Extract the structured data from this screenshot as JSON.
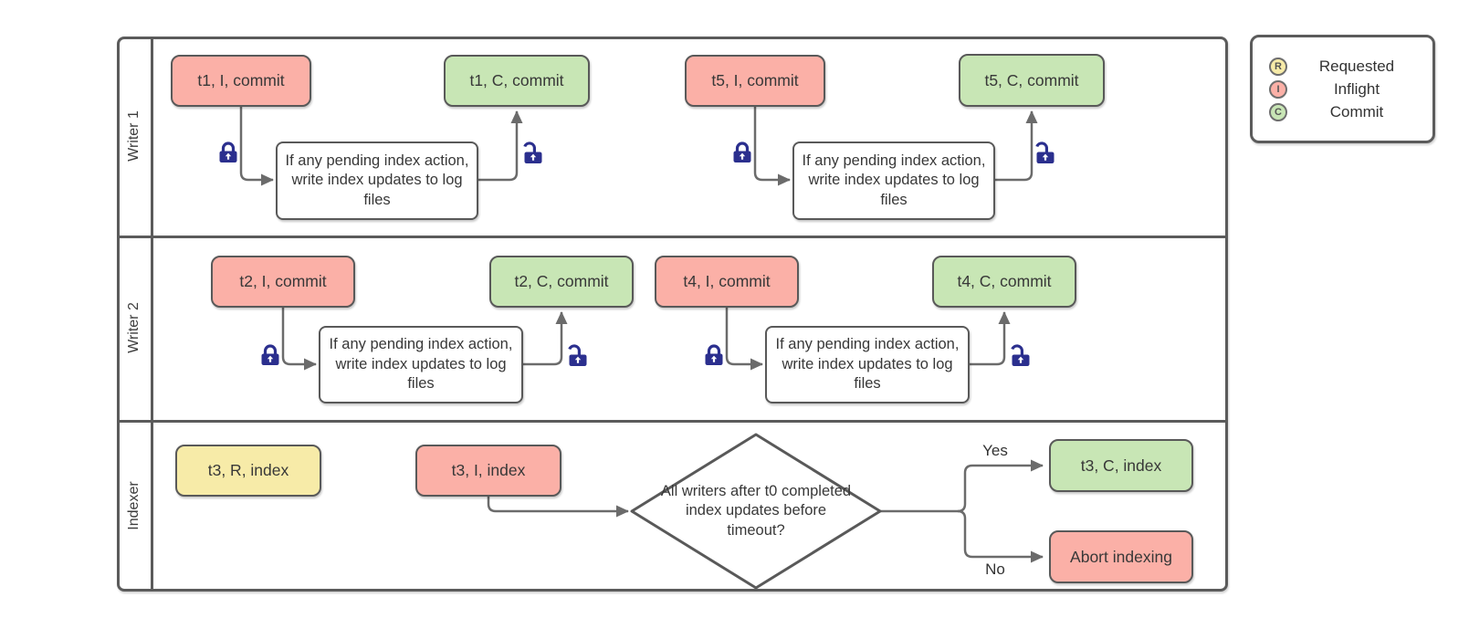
{
  "diagram": {
    "lanes": [
      {
        "label": "Writer 1"
      },
      {
        "label": "Writer 2"
      },
      {
        "label": "Indexer"
      }
    ],
    "process_note": "If any pending index action, write index updates to log files",
    "writer1": {
      "t1_inflight": "t1, I, commit",
      "t1_commit": "t1, C, commit",
      "t5_inflight": "t5, I, commit",
      "t5_commit": "t5, C, commit"
    },
    "writer2": {
      "t2_inflight": "t2, I, commit",
      "t2_commit": "t2, C, commit",
      "t4_inflight": "t4, I, commit",
      "t4_commit": "t4, C, commit"
    },
    "indexer": {
      "t3_requested": "t3, R, index",
      "t3_inflight": "t3, I, index",
      "decision": "All writers after t0 completed index updates before timeout?",
      "yes_label": "Yes",
      "no_label": "No",
      "t3_commit": "t3, C, index",
      "abort": "Abort indexing"
    },
    "legend": {
      "items": [
        {
          "letter": "R",
          "label": "Requested",
          "color": "#f7eba8"
        },
        {
          "letter": "I",
          "label": "Inflight",
          "color": "#fbb0a7"
        },
        {
          "letter": "C",
          "label": "Commit",
          "color": "#c8e6b5"
        }
      ]
    },
    "colors": {
      "requested_fill": "#f7eba8",
      "inflight_fill": "#fbb0a7",
      "commit_fill": "#c8e6b5",
      "shape_border": "#595959",
      "connector": "#6b6b6b",
      "lock": "#2b2f8e"
    }
  }
}
